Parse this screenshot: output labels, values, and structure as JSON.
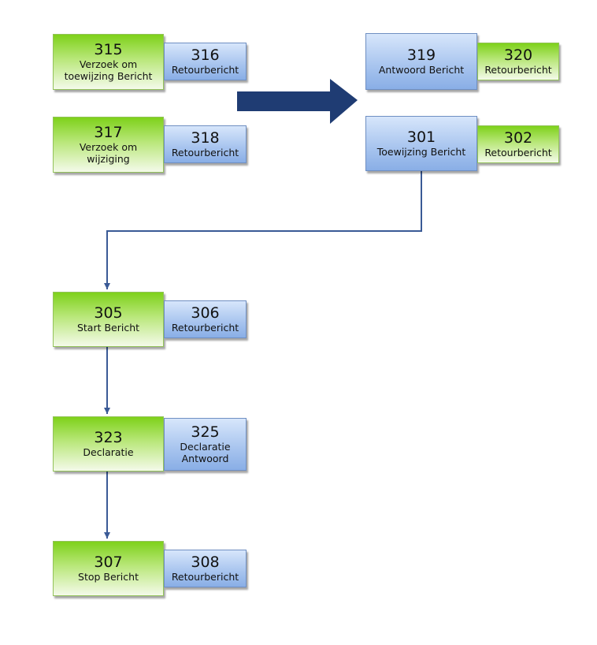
{
  "nodes": {
    "n315": {
      "number": "315",
      "label": "Verzoek om toewijzing Bericht"
    },
    "n316": {
      "number": "316",
      "label": "Retourbericht"
    },
    "n317": {
      "number": "317",
      "label": "Verzoek om wijziging"
    },
    "n318": {
      "number": "318",
      "label": "Retourbericht"
    },
    "n319": {
      "number": "319",
      "label": "Antwoord Bericht"
    },
    "n320": {
      "number": "320",
      "label": "Retourbericht"
    },
    "n301": {
      "number": "301",
      "label": "Toewijzing Bericht"
    },
    "n302": {
      "number": "302",
      "label": "Retourbericht"
    },
    "n305": {
      "number": "305",
      "label": "Start Bericht"
    },
    "n306": {
      "number": "306",
      "label": "Retourbericht"
    },
    "n323": {
      "number": "323",
      "label": "Declaratie"
    },
    "n325": {
      "number": "325",
      "label": "Declaratie Antwoord"
    },
    "n307": {
      "number": "307",
      "label": "Stop Bericht"
    },
    "n308": {
      "number": "308",
      "label": "Retourbericht"
    }
  },
  "colors": {
    "connector": "#3a5a96",
    "big_arrow": "#1f3c73",
    "green_top": "#7ed11a",
    "blue_mid": "#aac6ef"
  }
}
